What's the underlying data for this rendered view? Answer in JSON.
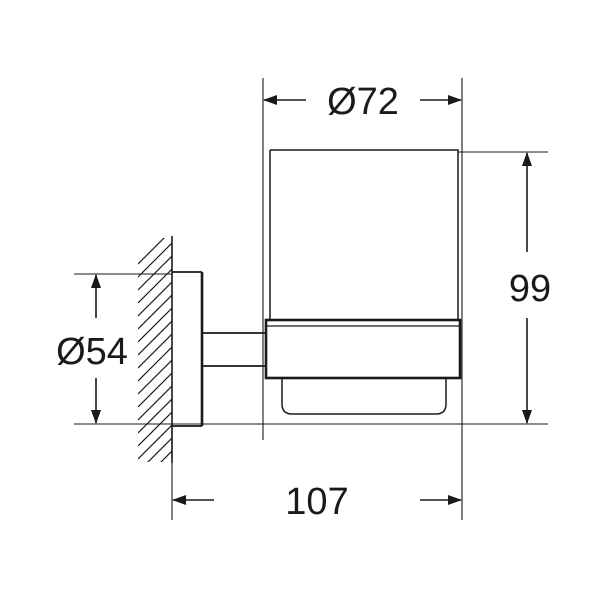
{
  "dimensions": {
    "cup_diameter": "Ø72",
    "height": "99",
    "rosette_diameter": "Ø54",
    "depth": "107"
  },
  "colors": {
    "line": "#1a1a1a",
    "background": "#ffffff"
  }
}
